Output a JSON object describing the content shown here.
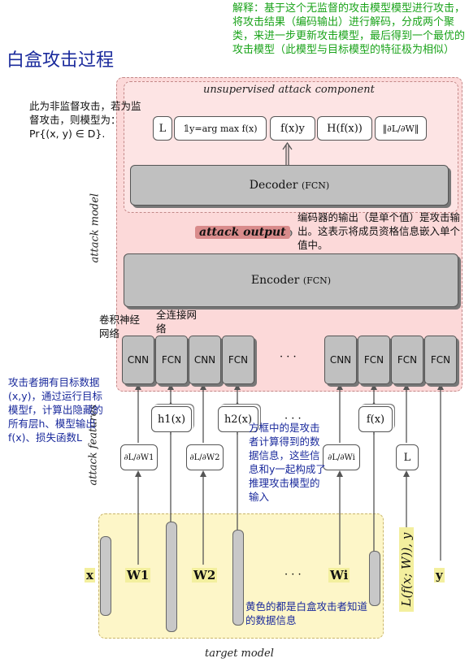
{
  "title": "白盒攻击过程",
  "notes": {
    "explanation": "解释：基于这个无监督的攻击模型模型进行攻击，将攻击结果（编码输出）进行解码，分成两个聚类，来进一步更新攻击模型，最后得到一个最优的攻击模型（此模型与目标模型的特征极为相似）",
    "unsupervised": "此为非监督攻击，若为监督攻击，则模型为：Pr{(x, y) ∈ D}.",
    "encoder_output": "编码器的输出（是单个值）是攻击输出。这表示将成员资格信息嵌入单个值中。",
    "cnn_note": "卷积神经网络",
    "fcn_note": "全连接网络",
    "attacker_has": "攻击者拥有目标数据(x,y)，通过运行目标模型f，计算出隐藏的所有层h、模型输出f(x)、损失函数L",
    "box_note": "方框中的是攻击者计算得到的数据信息，这些信息和y一起构成了推理攻击模型的输入",
    "yellow_note": "黄色的都是白盒攻击者知道的数据信息"
  },
  "labels": {
    "unsupervised_component": "unsupervised attack component",
    "attack_model": "attack model",
    "attack_features": "attack features",
    "target_model": "target model",
    "attack_output": "attack output",
    "attack_output_colon": ":",
    "decoder": "Decoder",
    "decoder_sub": "(FCN)",
    "encoder": "Encoder",
    "encoder_sub": "(FCN)",
    "dots": "· · ·"
  },
  "top_boxes": [
    "L",
    "𝟙y=arg max f(x)",
    "f(x)y",
    "H(f(x))",
    "‖∂L/∂W‖"
  ],
  "cells": [
    "CNN",
    "FCN",
    "CNN",
    "FCN",
    "CNN",
    "FCN",
    "FCN",
    "FCN"
  ],
  "feature_boxes": {
    "h1": "h1(x)",
    "h2": "h2(x)",
    "fx": "f(x)",
    "grad1": "∂L/∂W1",
    "grad2": "∂L/∂W2",
    "gradi": "∂L/∂Wi",
    "L": "L"
  },
  "target_labels": {
    "x": "x",
    "W1": "W1",
    "W2": "W2",
    "Wi": "Wi",
    "loss": "L(f(x; W)), y",
    "y": "y"
  },
  "colors": {
    "title_blue": "#1a2a9c",
    "note_green": "#1aa31a",
    "pink": "#fcd9d9",
    "yellow": "#fdf6c8",
    "gray": "#c0c0c0"
  }
}
